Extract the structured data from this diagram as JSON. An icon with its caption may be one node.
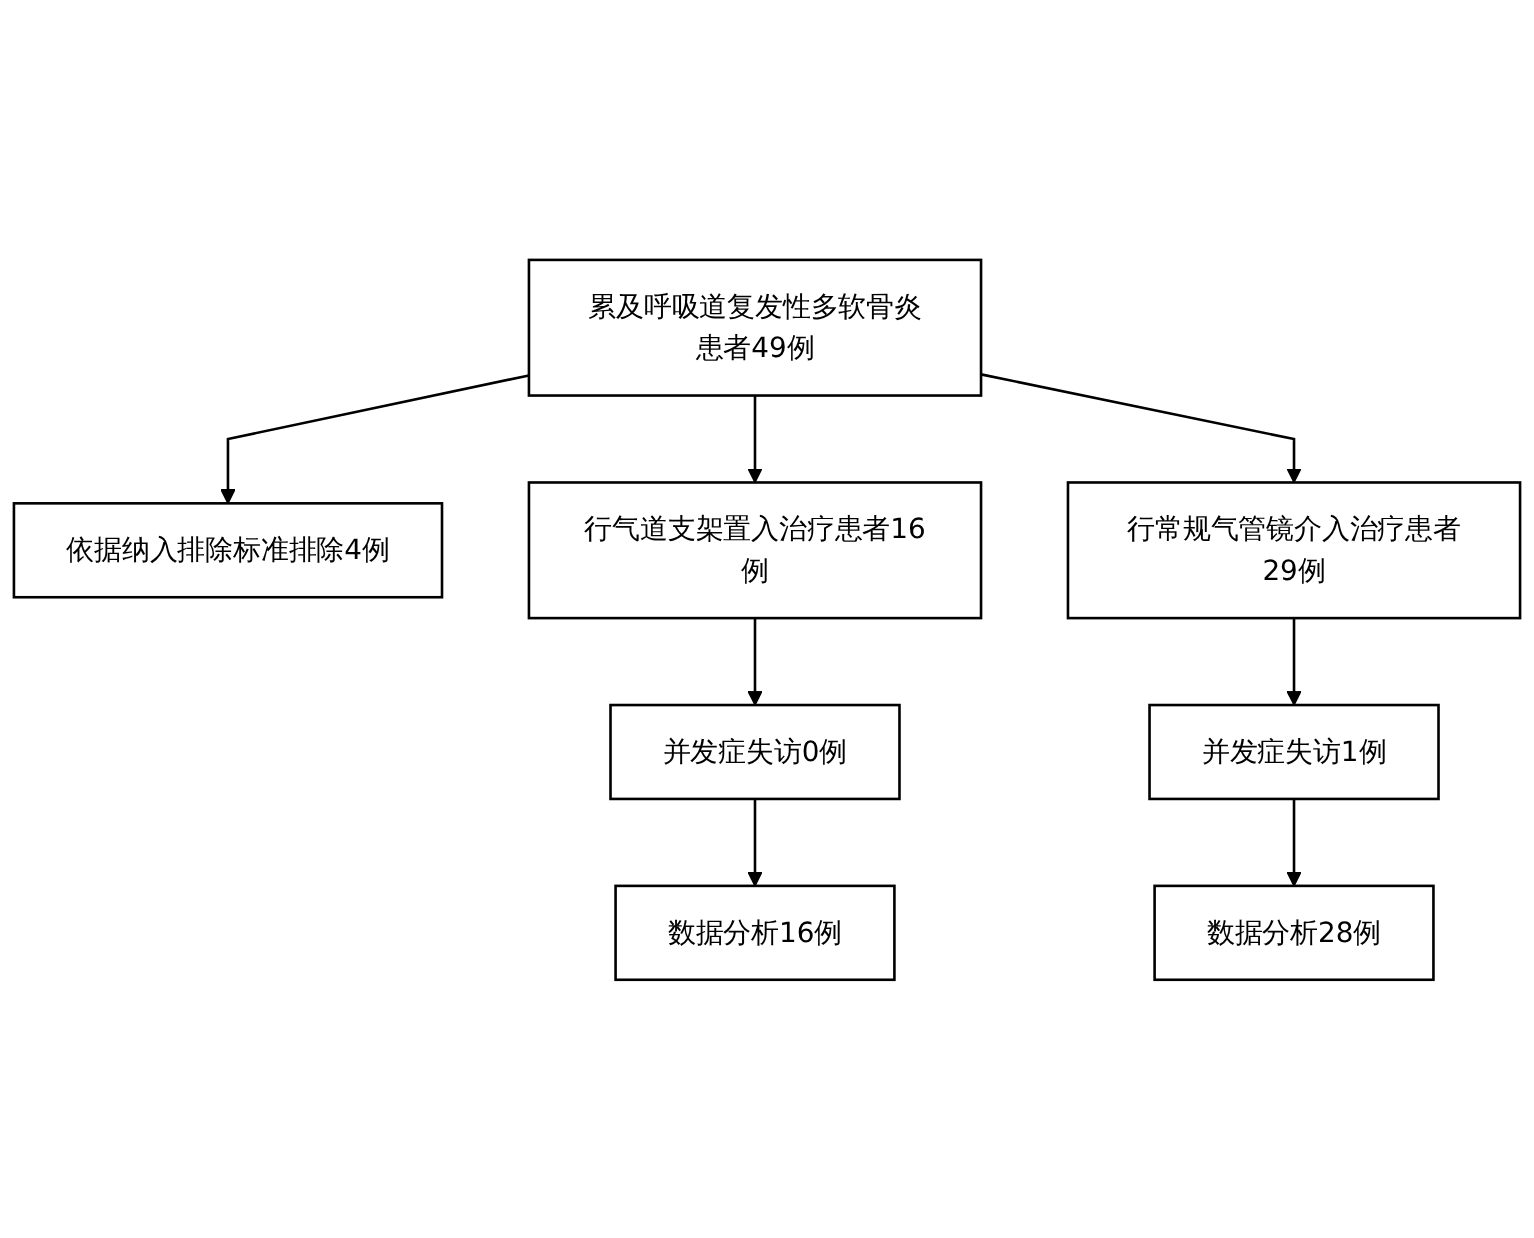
{
  "diagram": {
    "nodes": [
      {
        "text": [
          "累及呼吸道复发性多软骨炎患者49例"
        ]
      },
      {
        "text": [
          "依据纳入排除标准排除4例"
        ]
      },
      {
        "text": [
          "行气道支架置入治疗患者16例"
        ]
      },
      {
        "text": [
          "行常规气管镜介入治疗患者29例"
        ]
      },
      {
        "text": [
          "并发症失访0例"
        ]
      },
      {
        "text": [
          "并发症失访1例"
        ]
      },
      {
        "text": [
          "数据分析16例"
        ]
      },
      {
        "text": [
          "数据分析28例"
        ]
      }
    ],
    "edges": [
      {
        "from": 0,
        "to": 1,
        "arrow": "to"
      },
      {
        "from": 0,
        "to": 2,
        "arrow": "to"
      },
      {
        "from": 0,
        "to": 3,
        "arrow": "to"
      },
      {
        "from": 2,
        "to": 4,
        "arrow": "to"
      },
      {
        "from": 3,
        "to": 5,
        "arrow": "to"
      },
      {
        "from": 4,
        "to": 6,
        "arrow": "to"
      },
      {
        "from": 5,
        "to": 7,
        "arrow": "to"
      }
    ]
  }
}
